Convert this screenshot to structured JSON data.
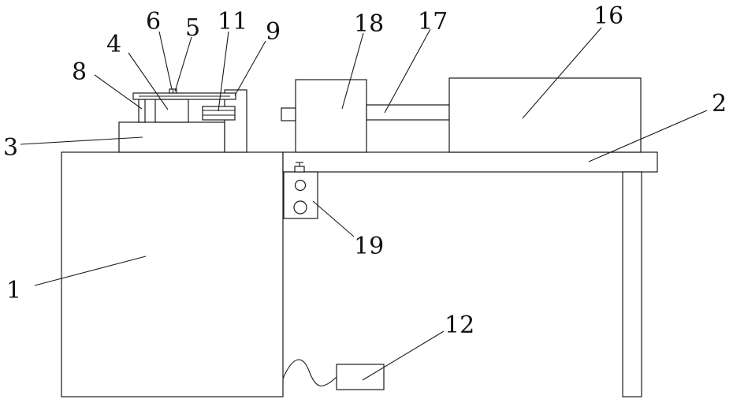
{
  "diagram": {
    "labels": {
      "n1": "1",
      "n2": "2",
      "n3": "3",
      "n4": "4",
      "n5": "5",
      "n6": "6",
      "n8": "8",
      "n9": "9",
      "n11": "11",
      "n12": "12",
      "n16": "16",
      "n17": "17",
      "n18": "18",
      "n19": "19"
    }
  }
}
